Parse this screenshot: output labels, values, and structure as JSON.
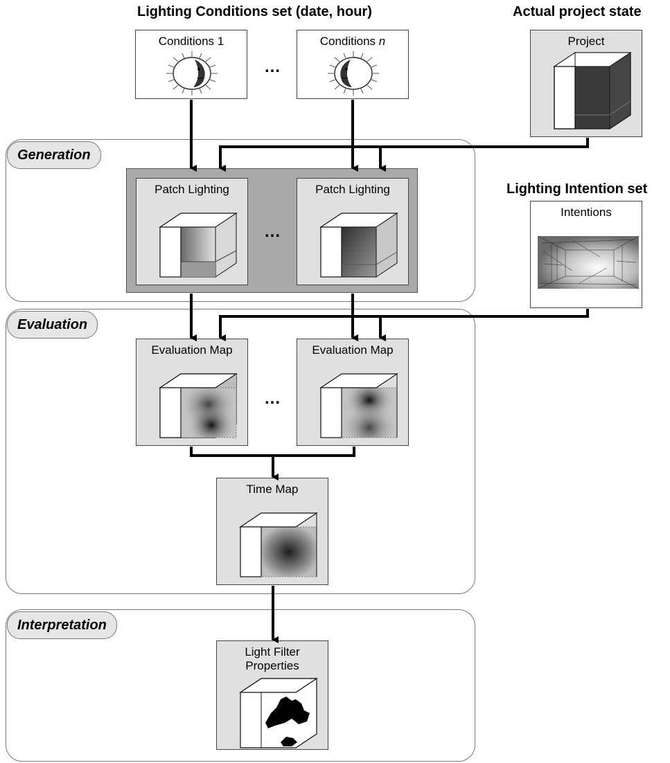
{
  "headings": {
    "conditions_set": "Lighting Conditions set (date, hour)",
    "project_state": "Actual project state",
    "intention_set": "Lighting Intention set"
  },
  "stages": {
    "generation": "Generation",
    "evaluation": "Evaluation",
    "interpretation": "Interpretation"
  },
  "cards": {
    "conditions_1": "Conditions 1",
    "conditions_n_prefix": "Conditions",
    "conditions_n_var": "n",
    "project": "Project",
    "intentions": "Intentions",
    "patch_lighting_1": "Patch Lighting",
    "patch_lighting_n": "Patch Lighting",
    "evaluation_map_1": "Evaluation Map",
    "evaluation_map_n": "Evaluation Map",
    "time_map": "Time Map",
    "light_filter_line1": "Light Filter",
    "light_filter_line2": "Properties"
  },
  "ellipsis": "...",
  "colors": {
    "stage_tag_bg": "#e6e6e6",
    "card_grey_bg": "#e0e0e0",
    "generation_group_bg": "#a9a9a9",
    "arrow": "#000000"
  }
}
